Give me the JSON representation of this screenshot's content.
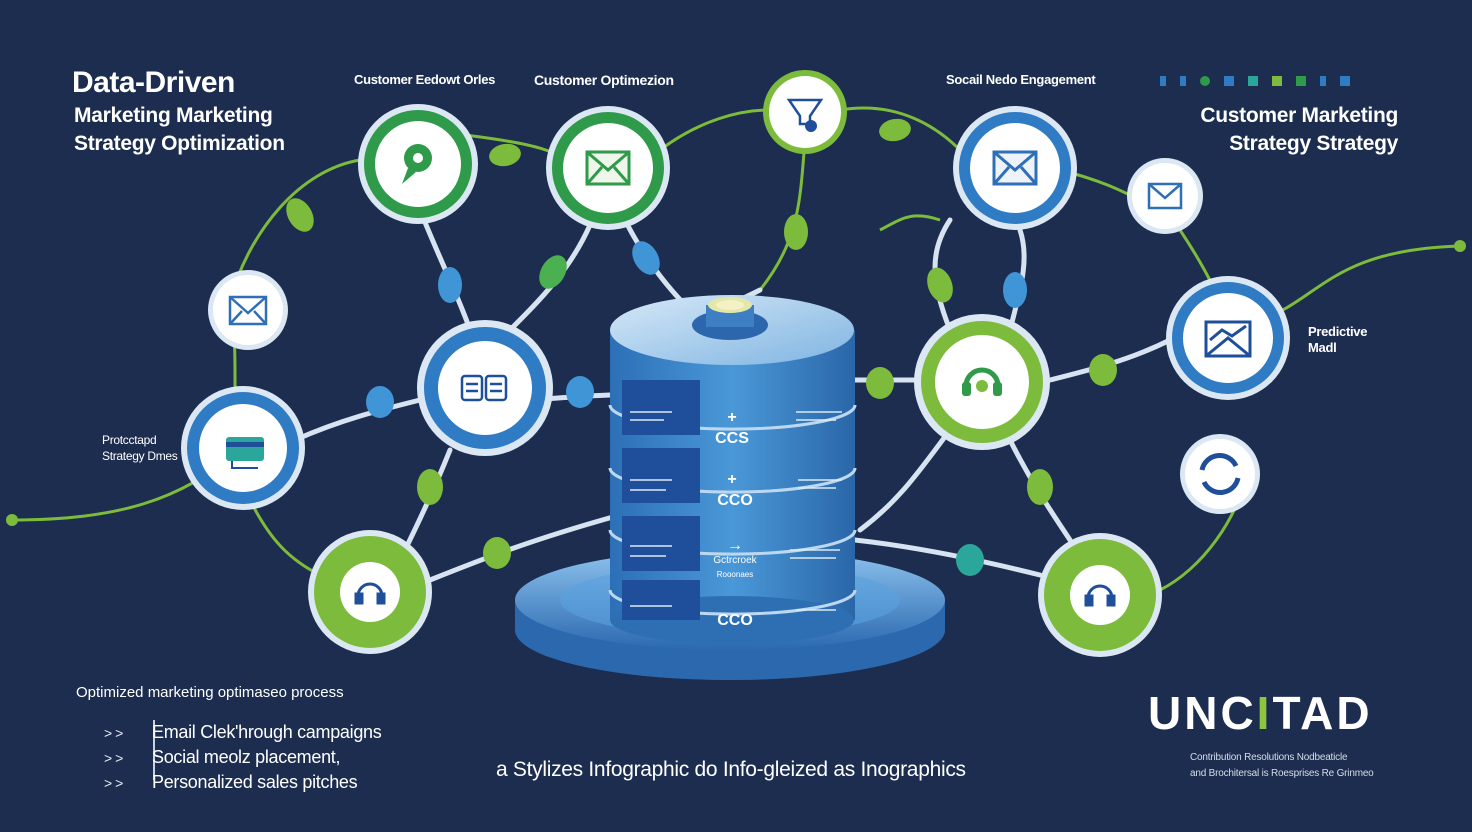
{
  "header": {
    "title": "Data-Driven",
    "subtitle_1": "Marketing Marketing",
    "subtitle_2": "Strategy Optimization"
  },
  "right_header": {
    "line_1": "Customer Marketing",
    "line_2": "Strategy Strategy"
  },
  "top_labels": {
    "left": "Customer Eedowt Orles",
    "center": "Customer Optimezion",
    "right": "Socail Nedo Engagement"
  },
  "side_labels": {
    "left_line_1": "Protcctapd",
    "left_line_2": "Strategy Dmes",
    "right_line_1": "Predictive",
    "right_line_2": "Madl"
  },
  "database": {
    "layer_1": "CCS",
    "layer_2": "CCO",
    "layer_3_left_1": "Gctrcroek",
    "layer_3_left_2": "Rooonaes",
    "layer_4": "CCO"
  },
  "process": {
    "title": "Optimized marketing optimaseo process",
    "items": [
      {
        "chevron": ">>",
        "text": "Email Clek'hrough campaigns"
      },
      {
        "chevron": ">>",
        "text": "Social meolz placement,"
      },
      {
        "chevron": ">>",
        "text": "Personalized sales pitches"
      }
    ]
  },
  "caption": "a Stylizes Infographic do Info-gleized as Inographics",
  "logo": {
    "text_1": "UNC",
    "text_2": "I",
    "text_3": "TAD",
    "sub_1": "Contribution Resolutions Nodbeaticle",
    "sub_2": "and Brochitersal is Roesprises Re Grinmeo"
  },
  "colors": {
    "background": "#1c2d4f",
    "green": "#8dc63f",
    "dark_green": "#2e9a4a",
    "blue": "#2f7bc4",
    "light_blue": "#4aa3e0",
    "cylinder": "#3a86c8"
  },
  "icons": {
    "n1": "chat-bubble-icon",
    "n2": "envelope-icon",
    "n3": "funnel-icon",
    "n4": "envelope-icon",
    "n5": "envelope-icon",
    "n6": "envelope-icon",
    "n7": "document-icon",
    "n8": "card-icon",
    "n9": "headset-icon",
    "n10": "envelope-chart-icon",
    "n11": "refresh-icon",
    "n12": "chat-bubble-icon",
    "n13": "chat-bubble-icon"
  }
}
